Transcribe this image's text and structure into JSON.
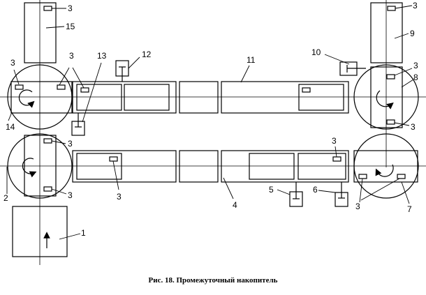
{
  "caption": "Рис. 18. Промежуточный накопитель",
  "labels": {
    "l1": "1",
    "l2": "2",
    "l3": "3",
    "l4": "4",
    "l5": "5",
    "l6": "6",
    "l7": "7",
    "l8": "8",
    "l9": "9",
    "l10": "10",
    "l11": "11",
    "l12": "12",
    "l13": "13",
    "l14": "14",
    "l15": "15"
  },
  "colors": {
    "stroke": "#000000",
    "background": "#ffffff"
  }
}
